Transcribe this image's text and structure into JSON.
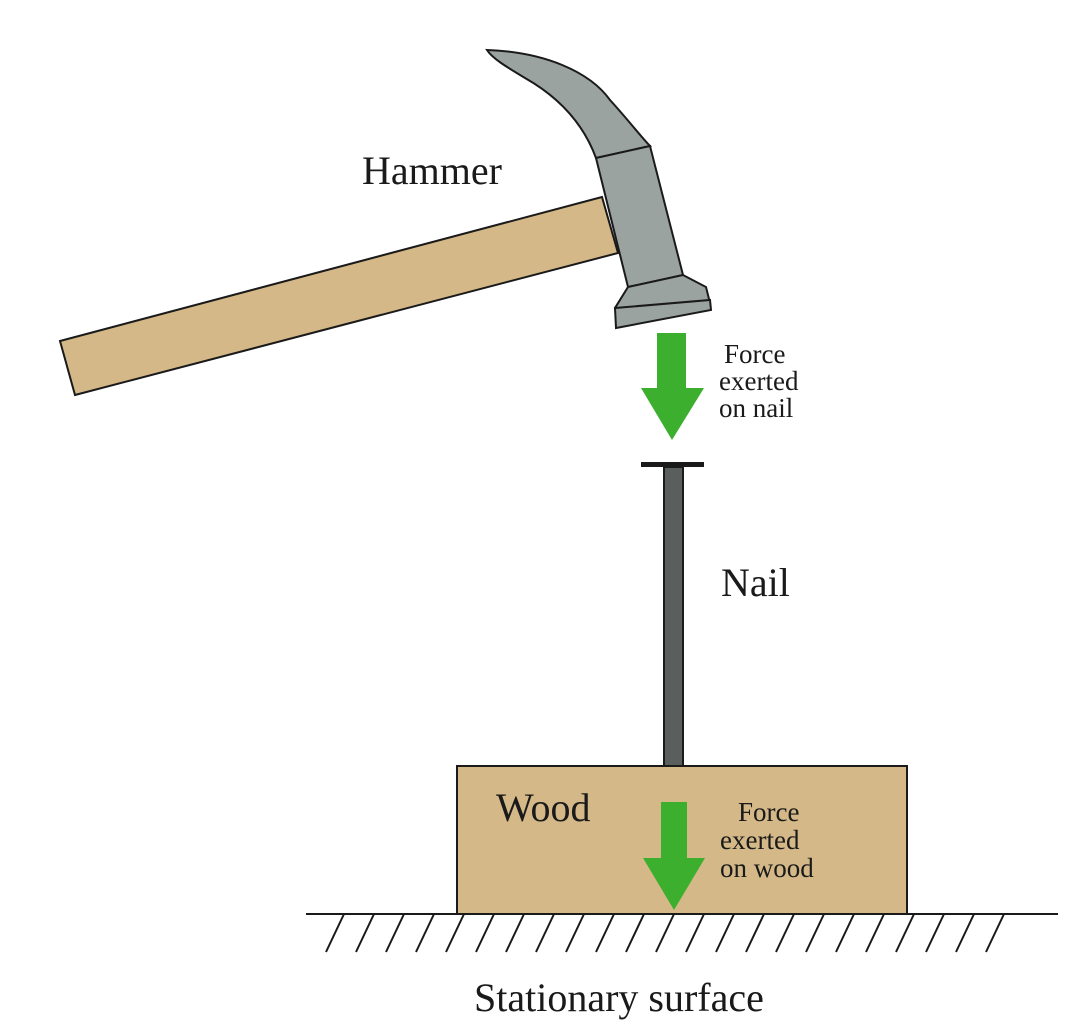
{
  "labels": {
    "hammer": "Hammer",
    "nail": "Nail",
    "wood": "Wood",
    "surface": "Stationary surface",
    "force_on_nail": [
      "Force",
      "exerted",
      "on nail"
    ],
    "force_on_wood": [
      "Force",
      "exerted",
      "on wood"
    ]
  },
  "colors": {
    "handle": "#d4b887",
    "hammer_head": "#9aa39f",
    "nail": "#5a5f5e",
    "wood": "#d4b887",
    "arrow": "#3cb02e",
    "outline": "#1a1a1a"
  },
  "icons": {
    "hammer": "hammer-icon",
    "nail": "nail-icon",
    "arrow": "down-arrow-icon"
  }
}
